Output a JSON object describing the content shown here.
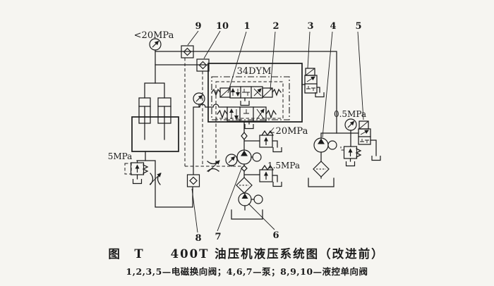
{
  "figure": {
    "title": "图　T　　400T 油压机液压系统图（改进前）",
    "legend": "1,2,3,5—电磁换向阀；4,6,7—泵；8,9,10—液控单向阀"
  },
  "labels": {
    "main_pressure": "<20MPa",
    "pilot_block": "34DYM",
    "control_pressure": "0.5MPa",
    "return_pressure": "5MPa",
    "high_relief": "∠20MPa",
    "low_relief": "1.5MPa"
  },
  "callouts": {
    "c1": "1",
    "c2": "2",
    "c3": "3",
    "c4": "4",
    "c5": "5",
    "c6": "6",
    "c7": "7",
    "c8": "8",
    "c9": "9",
    "c10": "10"
  },
  "colors": {
    "ink": "#1c1c1c",
    "paper": "#f6f5f1"
  }
}
